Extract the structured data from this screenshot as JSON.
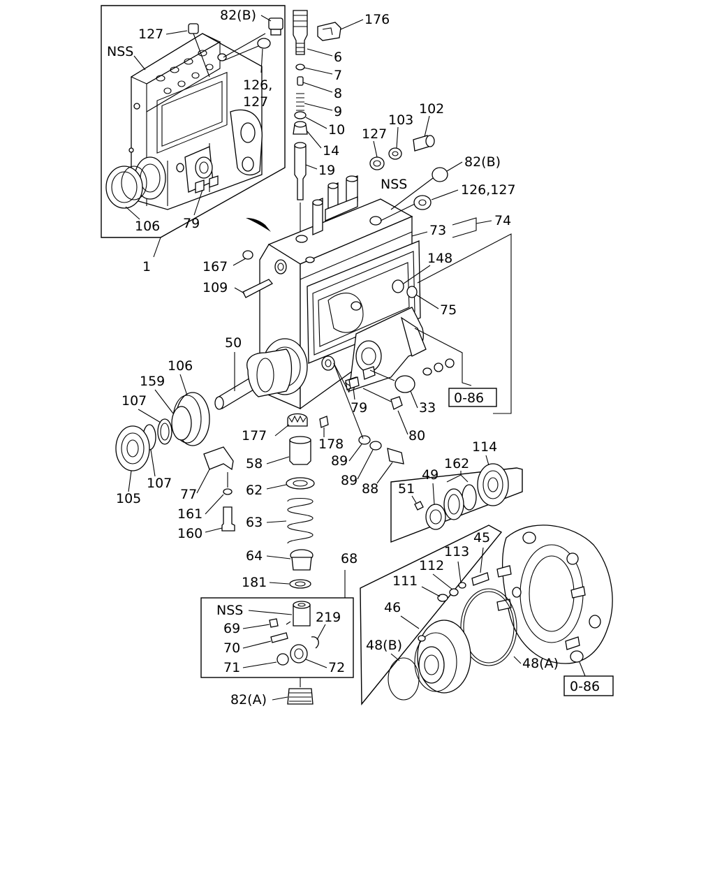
{
  "callouts": {
    "c1": "1",
    "c176": "176",
    "c6": "6",
    "c7": "7",
    "c8": "8",
    "c9": "9",
    "c10": "10",
    "c14": "14",
    "c19": "19",
    "c82b_top": "82(B)",
    "c127_top": "127",
    "nss_inset": "NSS",
    "c126_127_inset_a": "126,",
    "c126_127_inset_b": "127",
    "c106_inset": "106",
    "c79_inset": "79",
    "c127_mid": "127",
    "c103": "103",
    "c102": "102",
    "c82b_mid": "82(B)",
    "nss_mid": "NSS",
    "c126_127_mid": "126,127",
    "c73": "73",
    "c74": "74",
    "c167": "167",
    "c109": "109",
    "c148": "148",
    "c75": "75",
    "c50": "50",
    "c106": "106",
    "c159": "159",
    "c107a": "107",
    "c107b": "107",
    "c105": "105",
    "c79": "79",
    "c33": "33",
    "c80": "80",
    "ref_086_mid": "0-86",
    "c177": "177",
    "c178": "178",
    "c58": "58",
    "c62": "62",
    "c63": "63",
    "c64": "64",
    "c181": "181",
    "c77": "77",
    "c161": "161",
    "c160": "160",
    "c89a": "89",
    "c89b": "89",
    "c88": "88",
    "c114": "114",
    "c162": "162",
    "c49": "49",
    "c51": "51",
    "c68": "68",
    "nss_inset2": "NSS",
    "c69": "69",
    "c70": "70",
    "c71": "71",
    "c72": "72",
    "c219": "219",
    "c82a": "82(A)",
    "c45": "45",
    "c113": "113",
    "c112": "112",
    "c111": "111",
    "c46": "46",
    "c48b": "48(B)",
    "c48a": "48(A)",
    "ref_086_bottom": "0-86"
  }
}
